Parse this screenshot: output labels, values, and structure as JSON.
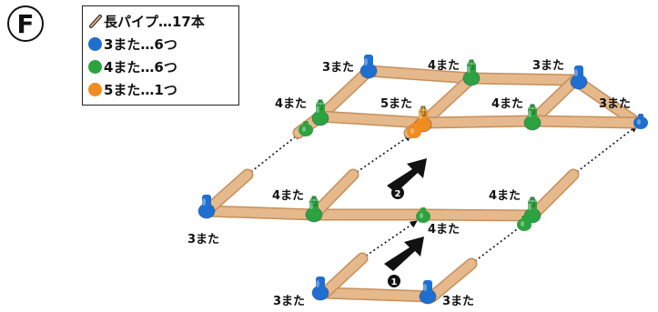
{
  "variant_label": "F",
  "legend": {
    "items": [
      {
        "key": "pipe",
        "text": "長パイプ…17本",
        "color": "#E0B080"
      },
      {
        "key": "j3",
        "text": "3また…6つ",
        "color": "#1E6FD0"
      },
      {
        "key": "j4",
        "text": "4また…6つ",
        "color": "#2CA340"
      },
      {
        "key": "j5",
        "text": "5また…1つ",
        "color": "#F08C20"
      }
    ]
  },
  "labels": {
    "j3": "3また",
    "j4": "4また",
    "j5": "5また"
  },
  "steps": {
    "one": "❶",
    "two": "❷"
  },
  "colors": {
    "pipe": "#E5B98C",
    "pipe_edge": "#C68F5C",
    "pipe_end": "#F2D3B2",
    "blue": "#1E6FD0",
    "green": "#2CA340",
    "orange": "#F08C20",
    "arrow": "#111111"
  }
}
